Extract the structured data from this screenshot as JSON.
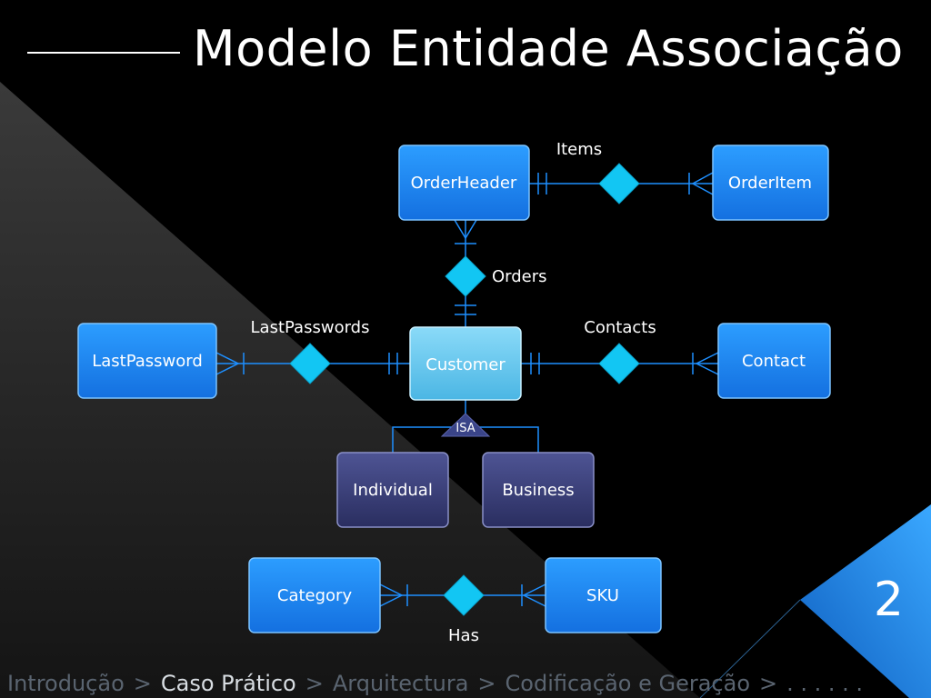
{
  "title": "Modelo Entidade Associação",
  "page_number": "2",
  "breadcrumb": {
    "items": [
      "Introdução",
      "Caso Prático",
      "Arquitectura",
      "Codificação e Geração",
      ". . . . . ."
    ],
    "separator": ">",
    "active_index": 1
  },
  "diagram": {
    "entities": {
      "order_header": "OrderHeader",
      "order_item": "OrderItem",
      "customer": "Customer",
      "last_password": "LastPassword",
      "contact": "Contact",
      "individual": "Individual",
      "business": "Business",
      "category": "Category",
      "sku": "SKU"
    },
    "relationships": {
      "items": "Items",
      "orders": "Orders",
      "last_passwords": "LastPasswords",
      "contacts": "Contacts",
      "has": "Has"
    },
    "isa_label": "ISA"
  },
  "colors": {
    "entity_blue": "#1e90ff",
    "customer_light": "#5fc6ee",
    "subtype_navy": "#3a3f7a",
    "diamond": "#12c6f3",
    "accent_triangle": "#1f8be6"
  }
}
